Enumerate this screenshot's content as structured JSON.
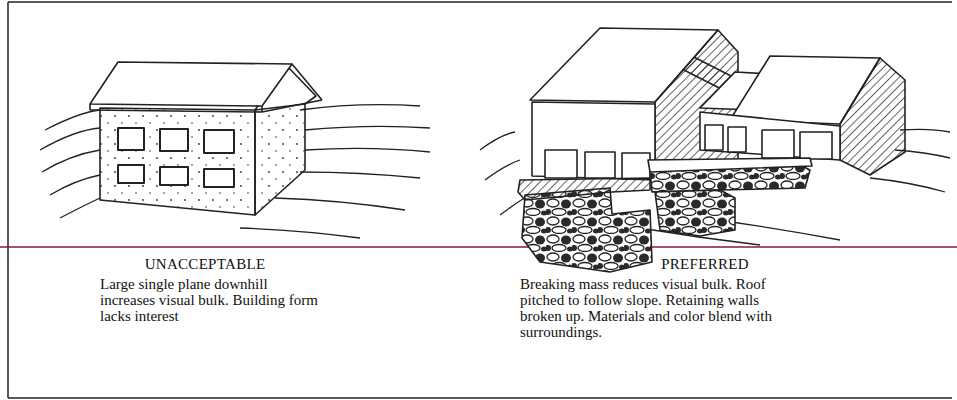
{
  "diagram": {
    "labels": [
      "UNACCEPTABLE",
      "Large single plane downhill increases visual bulk. Building form lacks interest",
      "PREFERRED",
      "Breaking mass reduces visual bulk. Roof pitched to follow slope. Retaining walls broken up. Materials and color blend with surroundings."
    ]
  }
}
